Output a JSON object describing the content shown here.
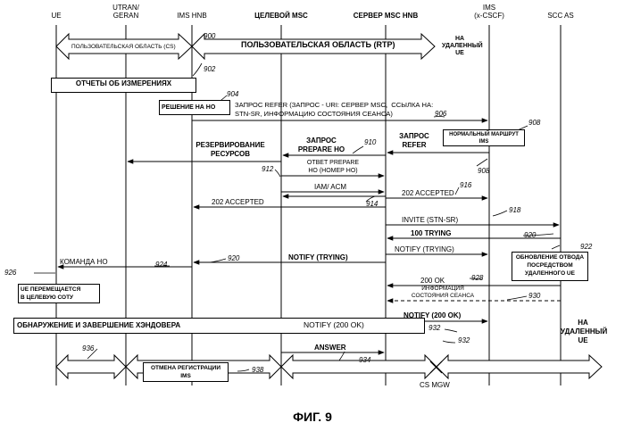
{
  "entities": [
    "UE",
    "UTRAN/\nGERAN",
    "IMS HNB",
    "ЦЕЛЕВОЙ MSC",
    "СЕРВЕР MSC HNB",
    "IMS\n(x-CSCF)",
    "SCC AS"
  ],
  "domains": {
    "cs_user": "ПОЛЬЗОВАТЕЛЬСКАЯ ОБЛАСТЬ (CS)",
    "rtp_user": "ПОЛЬЗОВАТЕЛЬСКАЯ ОБЛАСТЬ (RTP)",
    "remote_ue": "НА\nУДАЛЕННЫЙ\nUE"
  },
  "boxes": {
    "measurement_reports": "ОТЧЕТЫ ОБ ИЗМЕРЕНИЯХ",
    "ho_decision": "РЕШЕНИЕ НА НО",
    "normal_route": "НОРМАЛЬНЫЙ МАРШРУТ\nIMS",
    "remote_leg_update": "ОБНОВЛЕНИЕ ОТВОДА\nПОСРЕДСТВОМ\nУДАЛЕННОГО UE",
    "ue_moves": "UE ПЕРЕМЕЩАЕТСЯ\nВ ЦЕЛЕВУЮ СОТУ",
    "ho_detect": "ОБНАРУЖЕНИЕ И ЗАВЕРШЕНИЕ ХЭНДОВЕРА",
    "deregistration": "ОТМЕНА РЕГИСТРАЦИИ\nIMS"
  },
  "messages": {
    "refer_request": "ЗАПРОС REFER (ЗАПРОС - URI: СЕРВЕР MSC,  ССЫЛКА НА:\nSTN-SR, ИНФОРМАЦИЮ СОСТОЯНИЯ СЕАНСА)",
    "refer_request_2": "ЗАПРОС\nREFER",
    "resource_reservation": "РЕЗЕРВИРОВАНИЕ\nРЕСУРСОВ",
    "prepare_ho_request": "ЗАПРОС\nPREPARE НО",
    "prepare_ho_response": "ОТВЕТ PREPARE\nНО (НОМЕР НО)",
    "iam_acm": "IAM/ ACM",
    "accepted_202_right": "202 ACCEPTED",
    "accepted_202_left": "202 ACCEPTED",
    "invite": "INVITE (STN-SR)",
    "trying_100": "100  TRYING",
    "notify_trying_1": "NOTIFY  (TRYING)",
    "ho_command": "КОМАНДА НО",
    "notify_trying_2": "NOTIFY (TRYING)",
    "ok_200": "200 OK",
    "session_state_info": "ИНФОРМАЦИЯ\nСОСТОЯНИЯ СЕАНСА",
    "notify_200ok_1": "NOTIFY (200 OK)",
    "notify_200ok_2": "NOTIFY  (200 OK)",
    "answer": "ANSWER",
    "remote_ue_bottom": "НА\nУДАЛЕННЫЙ\nUE",
    "cs_mgw": "CS MGW"
  },
  "refs": [
    "900",
    "902",
    "904",
    "906",
    "908",
    "908",
    "910",
    "912",
    "914",
    "916",
    "918",
    "920",
    "920",
    "922",
    "924",
    "926",
    "928",
    "930",
    "932",
    "932",
    "934",
    "936",
    "938"
  ],
  "figure_caption": "ФИГ. 9"
}
